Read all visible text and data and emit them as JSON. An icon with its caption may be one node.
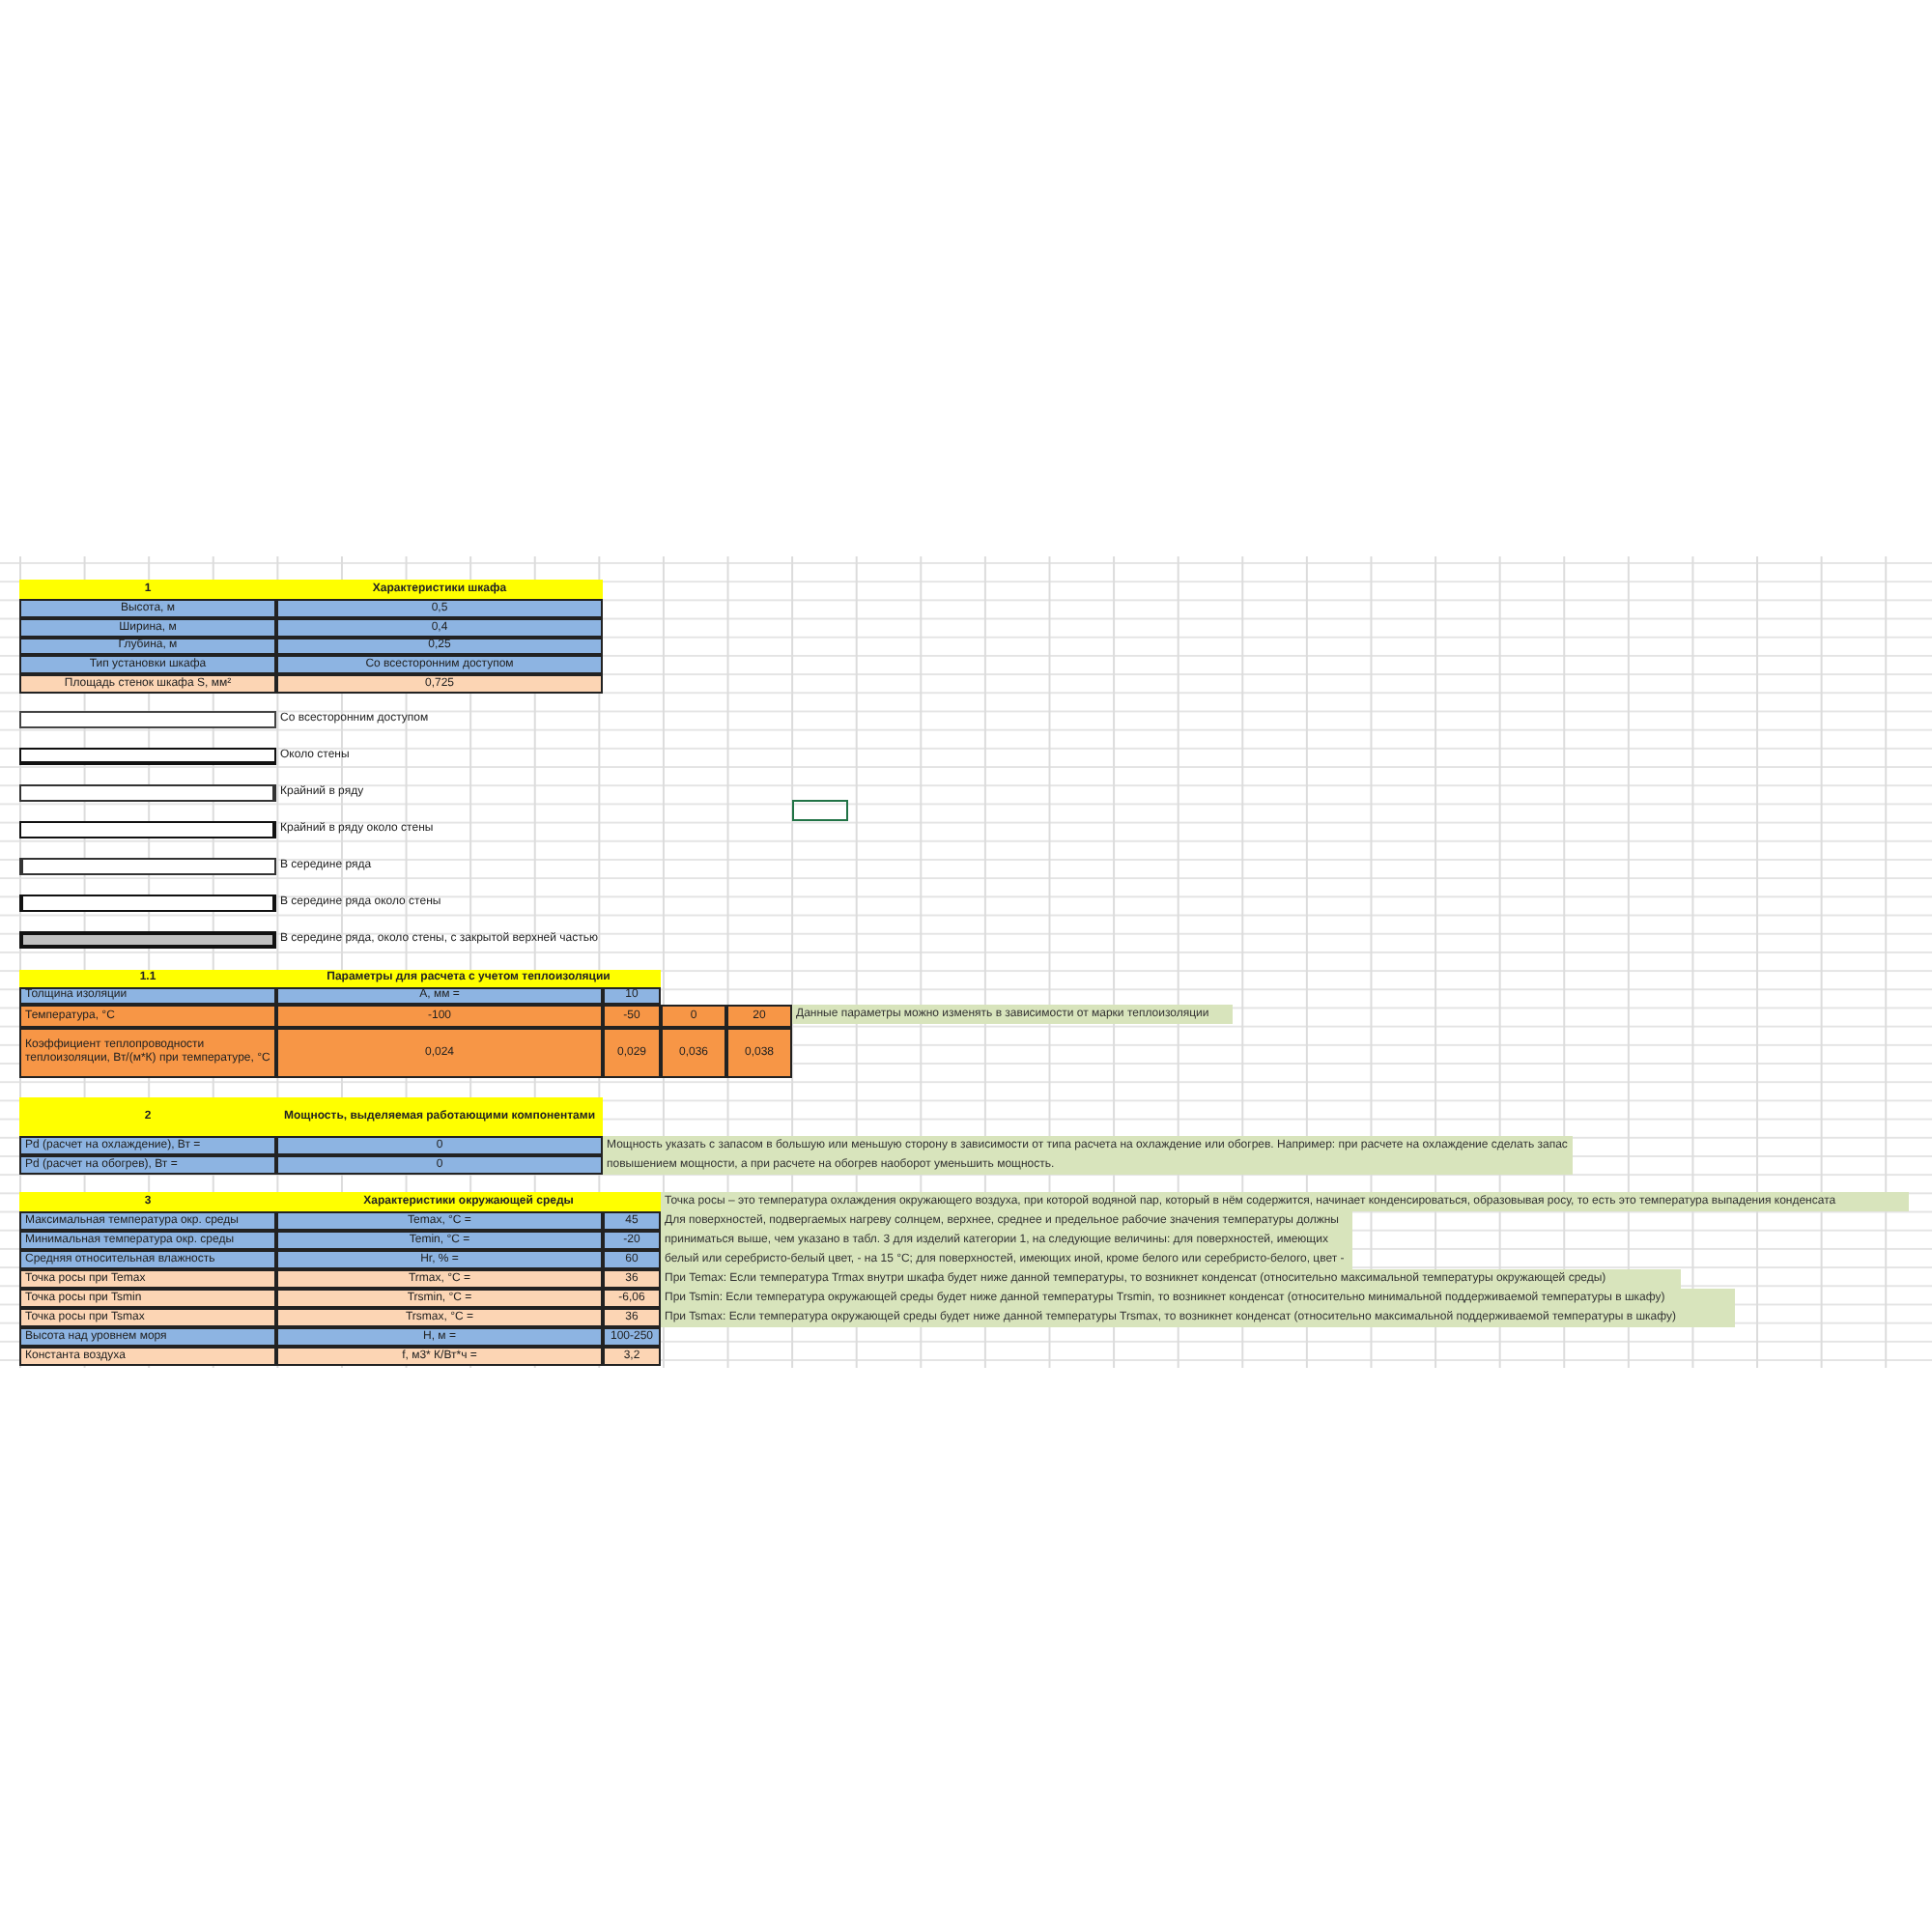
{
  "diagram": {
    "labels": [
      "1",
      "Характеристики шкафа",
      "Высота, м",
      "0,5",
      "Ширина, м",
      "0,4",
      "Глубина, м",
      "0,25",
      "Тип установки шкафа",
      "Со всесторонним доступом",
      "Площадь стенок шкафа S, мм²",
      "0,725",
      "1.1",
      "Параметры для расчета с учетом теплоизоляции",
      "Толщина изоляции",
      "А, мм =",
      "10",
      "Температура, °С",
      "-100",
      "-50",
      "0",
      "20",
      "Данные параметры можно изменять в зависимости от марки теплоизоляции",
      "Коэффициент теплопроводности теплоизоляции, Вт/(м*К) при температуре, °С",
      "0,024",
      "0,029",
      "0,036",
      "0,038",
      "2",
      "Мощность, выделяемая работающими компонентами",
      "Pd (расчет на охлаждение), Вт =",
      "0",
      "Мощность указать с запасом в большую или меньшую сторону в зависимости от типа расчета на охлаждение или обогрев. Например: при расчете на охлаждение сделать запас повышением мощности, а при расчете на обогрев наоборот уменьшить мощность.",
      "Pd (расчет на обогрев), Вт =",
      "0",
      "3",
      "Характеристики окружающей среды",
      "Точка росы – это температура охлаждения окружающего воздуха, при которой водяной пар, который в нём содержится, начинает конденсироваться, образовывая росу, то есть это температура выпадения конденсата",
      "Максимальная температура окр. среды",
      "Temax, °C =",
      "45",
      "Для поверхностей, подвергаемых нагреву солнцем, верхнее, среднее и предельное рабочие значения температуры должны приниматься выше, чем указано в табл. 3 для изделий категории 1, на следующие величины: для поверхностей, имеющих белый или серебристо-белый цвет, - на 15 °С; для поверхностей, имеющих иной, кроме белого или серебристо-белого, цвет - на 30 °С. См. ГОСТ 15150.",
      "Минимальная температура окр. среды",
      "Temin, °C =",
      "-20",
      "Средняя относительная влажность",
      "Hr, % =",
      "60",
      "Точка росы при Temax",
      "Trmax, °C =",
      "36",
      "При Temax: Если температура Trmax внутри шкафа будет ниже данной температуры, то возникнет конденсат (относительно максимальной температуры окружающей среды)",
      "Точка росы при Tsmin",
      "Trsmin, °C =",
      "-6,06",
      "При Tsmin: Если температура окружающей среды будет ниже данной температуры Trsmin, то возникнет конденсат (относительно минимальной поддерживаемой температуры в шкафу)",
      "Точка росы при Tsmax",
      "Trsmax, °C =",
      "36",
      "При Tsmax: Если температура окружающей среды будет ниже данной температуры Trsmax, то возникнет конденсат (относительно максимальной поддерживаемой температуры в шкафу)",
      "Высота над уровнем моря",
      "H, м =",
      "100-250",
      "Константа воздуха",
      "f, м3* К/Вт*ч =",
      "3,2"
    ],
    "legend": [
      {
        "text": "Со всесторонним доступом"
      },
      {
        "text": "Около стены"
      },
      {
        "text": "Крайний в ряду"
      },
      {
        "text": "Крайний в ряду около стены"
      },
      {
        "text": "В середине ряда"
      },
      {
        "text": "В середине ряда около стены"
      },
      {
        "text": "В середине ряда, около стены, с закрытой верхней частью",
        "color": "#c0c0c0"
      }
    ]
  }
}
